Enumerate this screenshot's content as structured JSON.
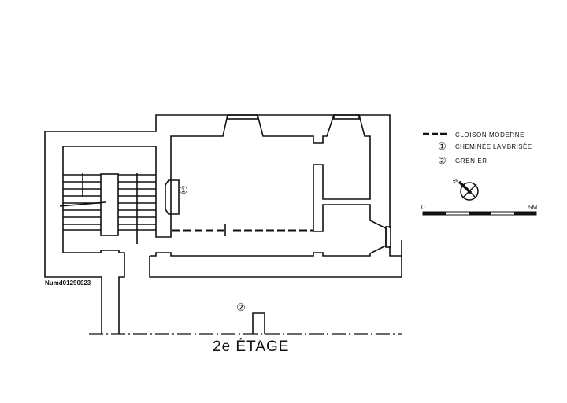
{
  "title": "2e ÉTAGE",
  "reference": "Numd01290023",
  "legend": {
    "partition_label": "CLOISON MODERNE",
    "item1_marker": "①",
    "item1_label": "CHEMINÉE LAMBRISÉE",
    "item2_marker": "②",
    "item2_label": "GRENIER"
  },
  "plan_markers": {
    "fireplace": "①",
    "attic": "②"
  },
  "compass": {
    "north_label": "N"
  },
  "scale": {
    "start": "0",
    "end": "5M"
  },
  "colors": {
    "ink": "#111111",
    "paper": "#ffffff"
  }
}
